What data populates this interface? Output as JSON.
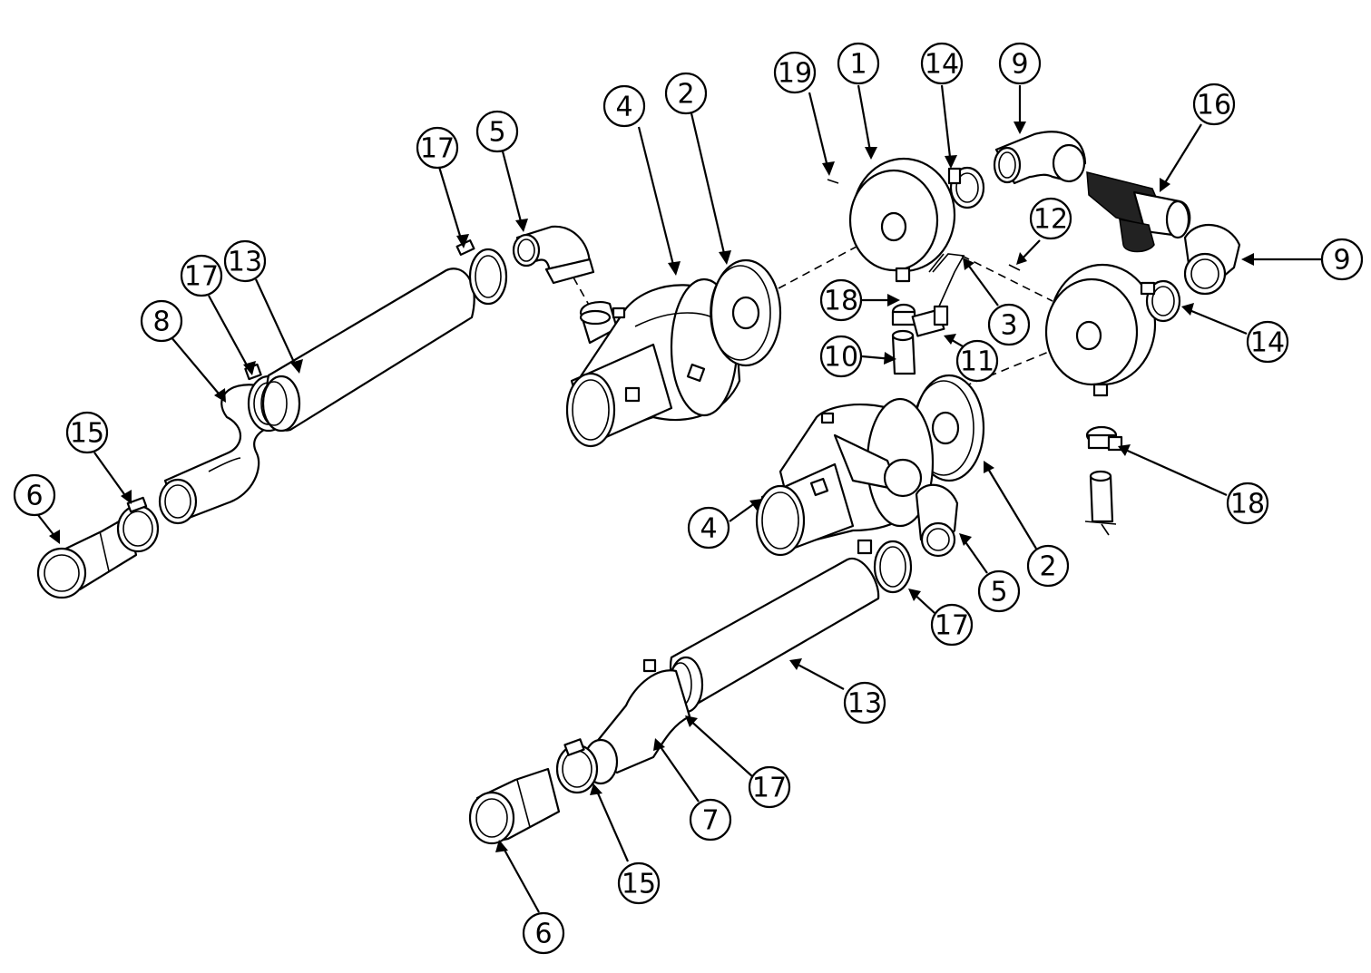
{
  "colors": {
    "ink": "#000000",
    "paper": "#ffffff"
  },
  "callouts": [
    {
      "id": "c-19",
      "label": "19"
    },
    {
      "id": "c-1",
      "label": "1"
    },
    {
      "id": "c-14a",
      "label": "14"
    },
    {
      "id": "c-9a",
      "label": "9"
    },
    {
      "id": "c-16",
      "label": "16"
    },
    {
      "id": "c-4a",
      "label": "4"
    },
    {
      "id": "c-2a",
      "label": "2"
    },
    {
      "id": "c-17a",
      "label": "17"
    },
    {
      "id": "c-5a",
      "label": "5"
    },
    {
      "id": "c-13a",
      "label": "13"
    },
    {
      "id": "c-17b",
      "label": "17"
    },
    {
      "id": "c-8",
      "label": "8"
    },
    {
      "id": "c-15a",
      "label": "15"
    },
    {
      "id": "c-6a",
      "label": "6"
    },
    {
      "id": "c-12",
      "label": "12"
    },
    {
      "id": "c-9b",
      "label": "9"
    },
    {
      "id": "c-18a",
      "label": "18"
    },
    {
      "id": "c-3",
      "label": "3"
    },
    {
      "id": "c-10",
      "label": "10"
    },
    {
      "id": "c-11",
      "label": "11"
    },
    {
      "id": "c-14b",
      "label": "14"
    },
    {
      "id": "c-18b",
      "label": "18"
    },
    {
      "id": "c-4b",
      "label": "4"
    },
    {
      "id": "c-2b",
      "label": "2"
    },
    {
      "id": "c-5b",
      "label": "5"
    },
    {
      "id": "c-17c",
      "label": "17"
    },
    {
      "id": "c-13b",
      "label": "13"
    },
    {
      "id": "c-17d",
      "label": "17"
    },
    {
      "id": "c-7",
      "label": "7"
    },
    {
      "id": "c-15b",
      "label": "15"
    },
    {
      "id": "c-6b",
      "label": "6"
    }
  ]
}
